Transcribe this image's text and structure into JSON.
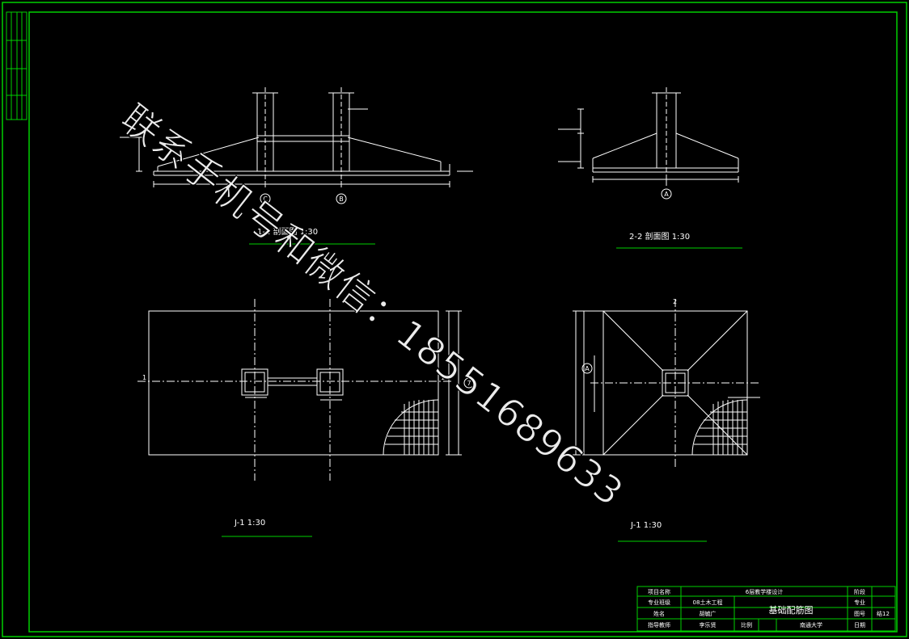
{
  "drawing": {
    "view_titles": {
      "section_1_1": "1-1 剖面图 1:30",
      "section_2_2": "2-2 剖面图 1:30",
      "plan_left": "J-1 1:30",
      "plan_right": "J-1 1:30"
    },
    "axis_bubbles": {
      "c": "C",
      "b": "B",
      "a": "A",
      "seven": "7"
    },
    "section_marks": {
      "one": "1",
      "two": "2"
    }
  },
  "title_block": {
    "project_label": "项目名称",
    "project_value": "6层教学楼设计",
    "design_label": "专业班级",
    "design_value": "08土木工程",
    "designer_label": "姓名",
    "designer_value": "胡毓广",
    "review_label": "指导教师",
    "review_value": "李乐贤",
    "drawing_name": "基础配筋图",
    "sheet_label": "图号",
    "sheet_value": "结12",
    "date_label": "日期",
    "scale_label": "比例",
    "major_label": "专业",
    "stage_label": "阶段",
    "school_value": "南通大学"
  },
  "watermark": {
    "text": "联系手机号和微信：18551689633"
  },
  "colors": {
    "background": "#000000",
    "frame": "#00d000",
    "lines": "#ffffff"
  }
}
